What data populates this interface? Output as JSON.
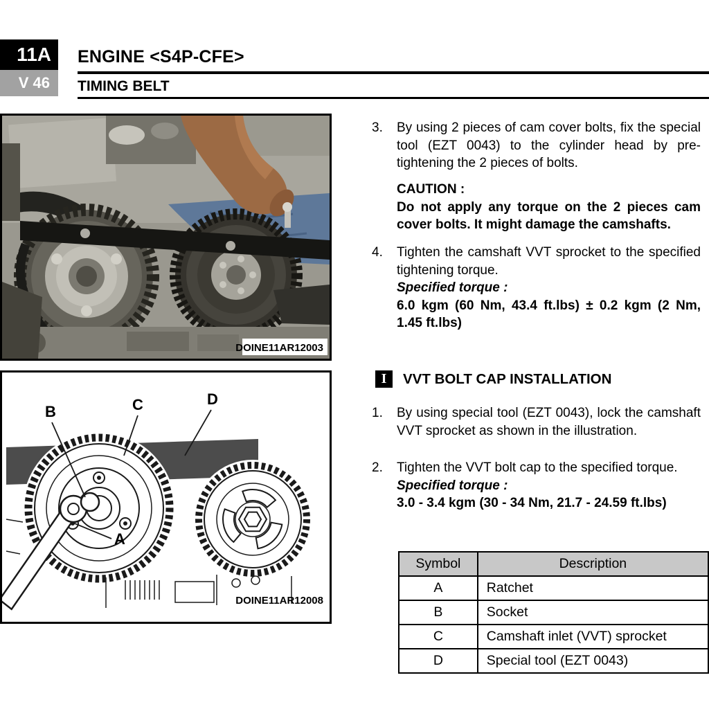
{
  "header": {
    "chapter_code": "11A",
    "page_code": "V 46",
    "title": "ENGINE <S4P-CFE>",
    "subtitle": "TIMING BELT"
  },
  "steps": {
    "s3_num": "3.",
    "s3_text": "By using 2 pieces of cam cover bolts, fix the special tool (EZT 0043) to the cylinder head by pre-tightening the 2 pieces of bolts.",
    "caution_label": "CAUTION :",
    "caution_text": "Do not apply any torque on the 2 pieces cam cover bolts. It might damage the camshafts.",
    "s4_num": "4.",
    "s4_text": "Tighten the camshaft VVT sprocket to the specified tightening torque.",
    "s4_torque_label": "Specified torque :",
    "s4_torque_value": "6.0 kgm (60 Nm, 43.4 ft.lbs) ± 0.2 kgm (2 Nm, 1.45 ft.lbs)"
  },
  "section": {
    "marker": "I",
    "title": "VVT BOLT CAP INSTALLATION",
    "s1_num": "1.",
    "s1_text": "By using special tool (EZT 0043), lock the camshaft VVT sprocket as shown in the illustration.",
    "s2_num": "2.",
    "s2_text": "Tighten the VVT bolt cap to the specified torque.",
    "s2_torque_label": "Specified torque :",
    "s2_torque_value": "3.0 - 3.4 kgm (30 - 34 Nm, 21.7 - 24.59 ft.lbs)"
  },
  "figures": {
    "photo_caption": "DOINE11AR12003",
    "diagram_caption": "DOINE11AR12008",
    "labels": {
      "a": "A",
      "b": "B",
      "c": "C",
      "d": "D"
    }
  },
  "table": {
    "headers": [
      "Symbol",
      "Description"
    ],
    "rows": [
      {
        "symbol": "A",
        "description": "Ratchet"
      },
      {
        "symbol": "B",
        "description": "Socket"
      },
      {
        "symbol": "C",
        "description": "Camshaft inlet (VVT) sprocket"
      },
      {
        "symbol": "D",
        "description": "Special tool (EZT 0043)"
      }
    ]
  },
  "colors": {
    "rule": "#000000",
    "page_tab_bg": "#a2a2a2",
    "table_header_bg": "#c8c8c8"
  }
}
